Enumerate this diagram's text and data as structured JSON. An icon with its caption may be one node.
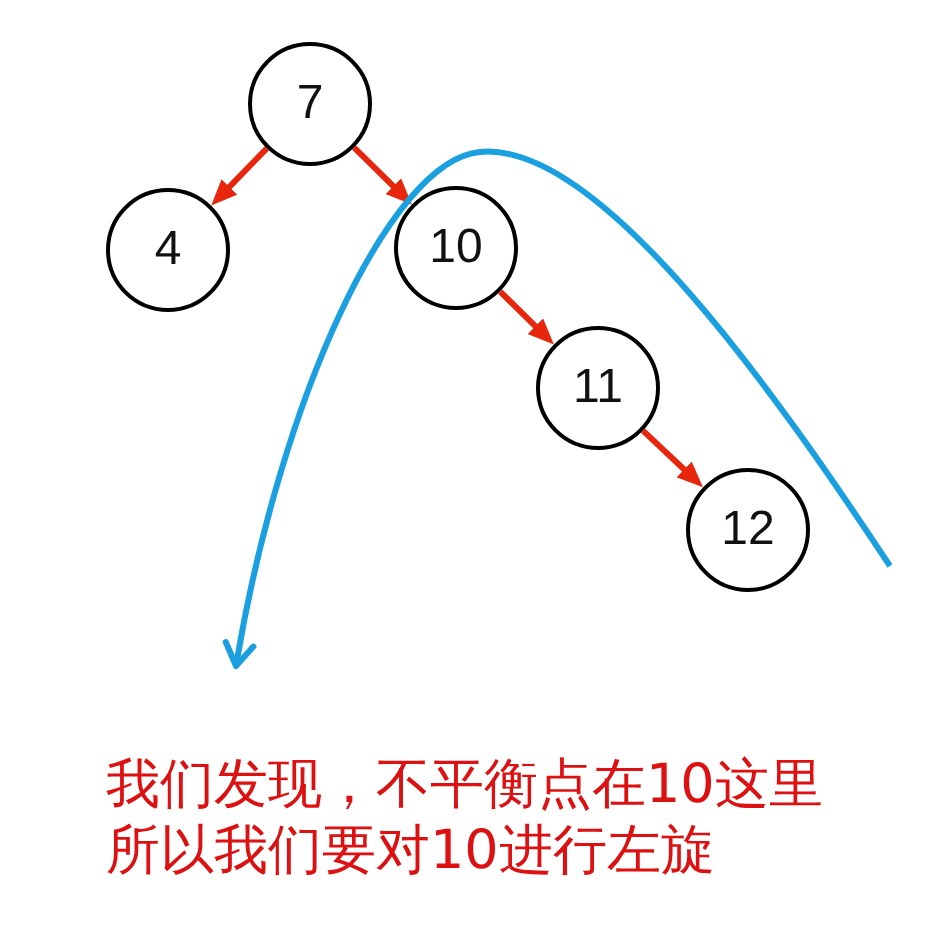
{
  "diagram": {
    "nodes": [
      {
        "text": [
          "7"
        ]
      },
      {
        "text": [
          "4"
        ]
      },
      {
        "text": [
          "10"
        ]
      },
      {
        "text": [
          "11"
        ]
      },
      {
        "text": [
          "12"
        ]
      }
    ],
    "edges": [
      {
        "from": 0,
        "to": 1,
        "arrow": "to"
      },
      {
        "from": 0,
        "to": 2,
        "arrow": "to"
      },
      {
        "from": 2,
        "to": 3,
        "arrow": "to"
      },
      {
        "from": 3,
        "to": 4,
        "arrow": "to"
      }
    ],
    "labels": [
      "我们发现，不平衡点在10这里",
      "所以我们要对10进行左旋"
    ]
  }
}
